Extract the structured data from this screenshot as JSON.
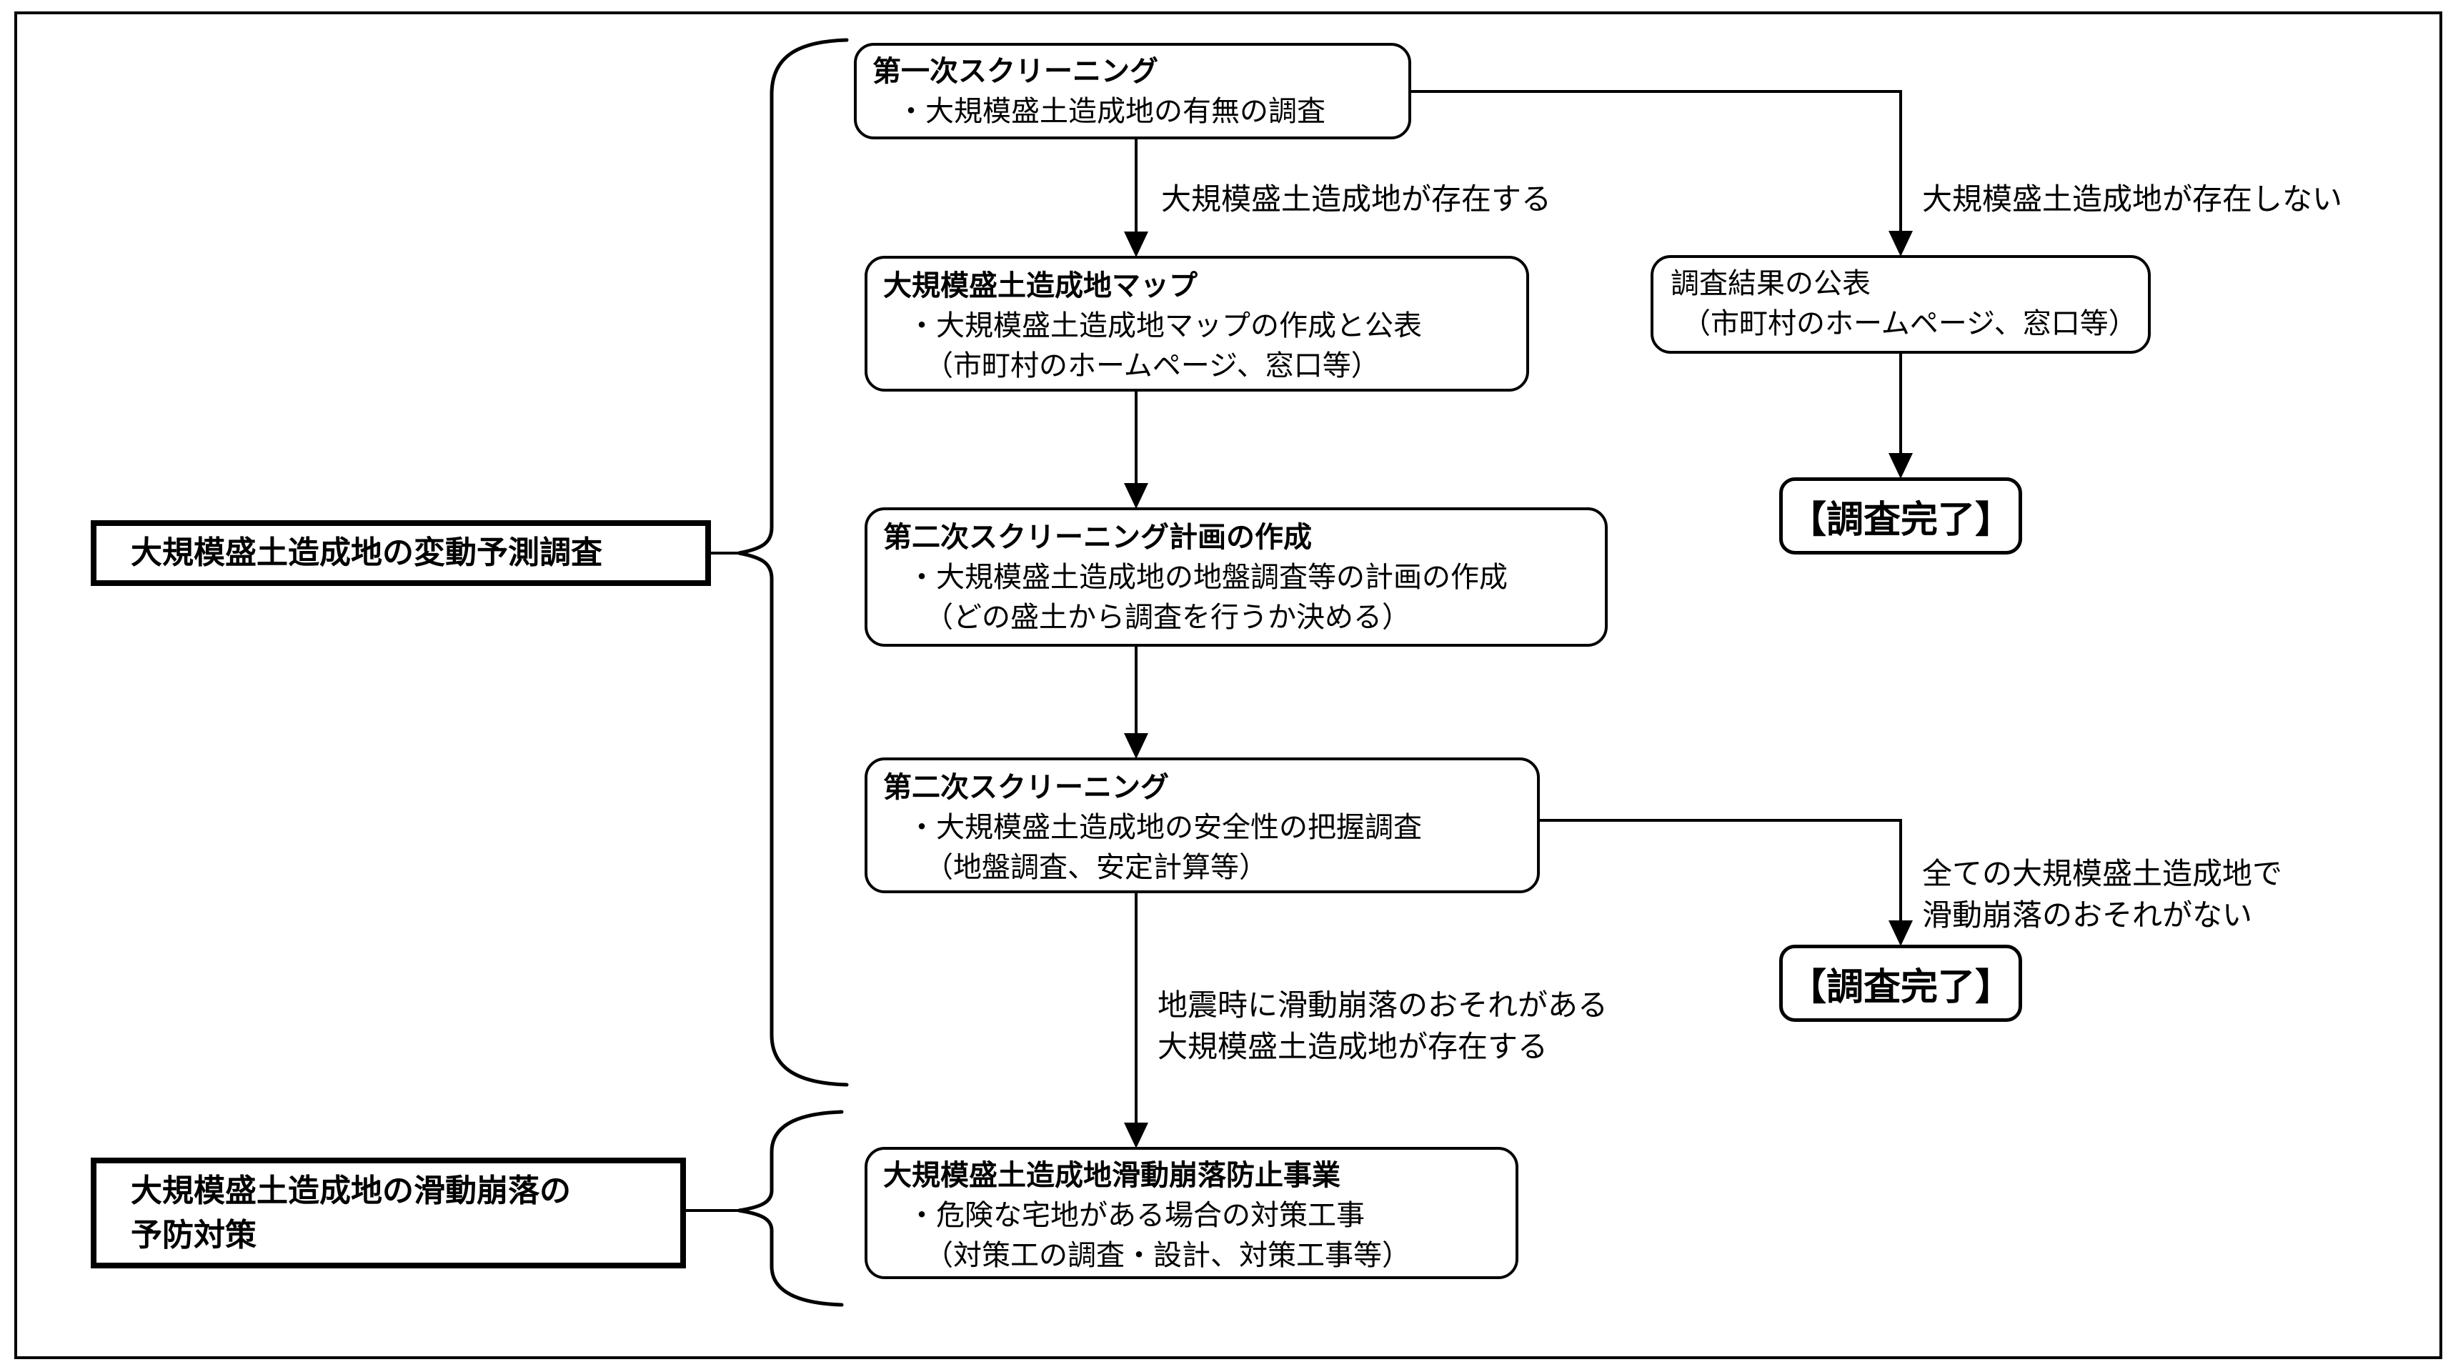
{
  "diagram": {
    "colors": {
      "line": "#000000",
      "background": "#ffffff",
      "text": "#000000"
    },
    "side_labels": {
      "prediction_survey": {
        "line1": "大規模盛土造成地の変動予測調査"
      },
      "prevention": {
        "line1": "大規模盛土造成地の滑動崩落の",
        "line2": "予防対策"
      }
    },
    "boxes": {
      "first_screening": {
        "title": "第一次スクリーニング",
        "line1": "・大規模盛土造成地の有無の調査"
      },
      "map": {
        "title": "大規模盛土造成地マップ",
        "line1": "・大規模盛土造成地マップの作成と公表",
        "line2": "（市町村のホームページ、窓口等）"
      },
      "second_screening_plan": {
        "title": "第二次スクリーニング計画の作成",
        "line1": "・大規模盛土造成地の地盤調査等の計画の作成",
        "line2": "（どの盛土から調査を行うか決める）"
      },
      "second_screening": {
        "title": "第二次スクリーニング",
        "line1": "・大規模盛土造成地の安全性の把握調査",
        "line2": "（地盤調査、安定計算等）"
      },
      "prevention_project": {
        "title": "大規模盛土造成地滑動崩落防止事業",
        "line1": "・危険な宅地がある場合の対策工事",
        "line2": "（対策工の調査・設計、対策工事等）"
      },
      "publish_results": {
        "title": "調査結果の公表",
        "line1": "（市町村のホームページ、窓口等）"
      },
      "survey_complete_1": {
        "label": "【調査完了】"
      },
      "survey_complete_2": {
        "label": "【調査完了】"
      }
    },
    "edge_labels": {
      "exists": "大規模盛土造成地が存在する",
      "not_exists": "大規模盛土造成地が存在しない",
      "all_safe_line1": "全ての大規模盛土造成地で",
      "all_safe_line2": "滑動崩落のおそれがない",
      "risk_line1": "地震時に滑動崩落のおそれがある",
      "risk_line2": "大規模盛土造成地が存在する"
    }
  }
}
